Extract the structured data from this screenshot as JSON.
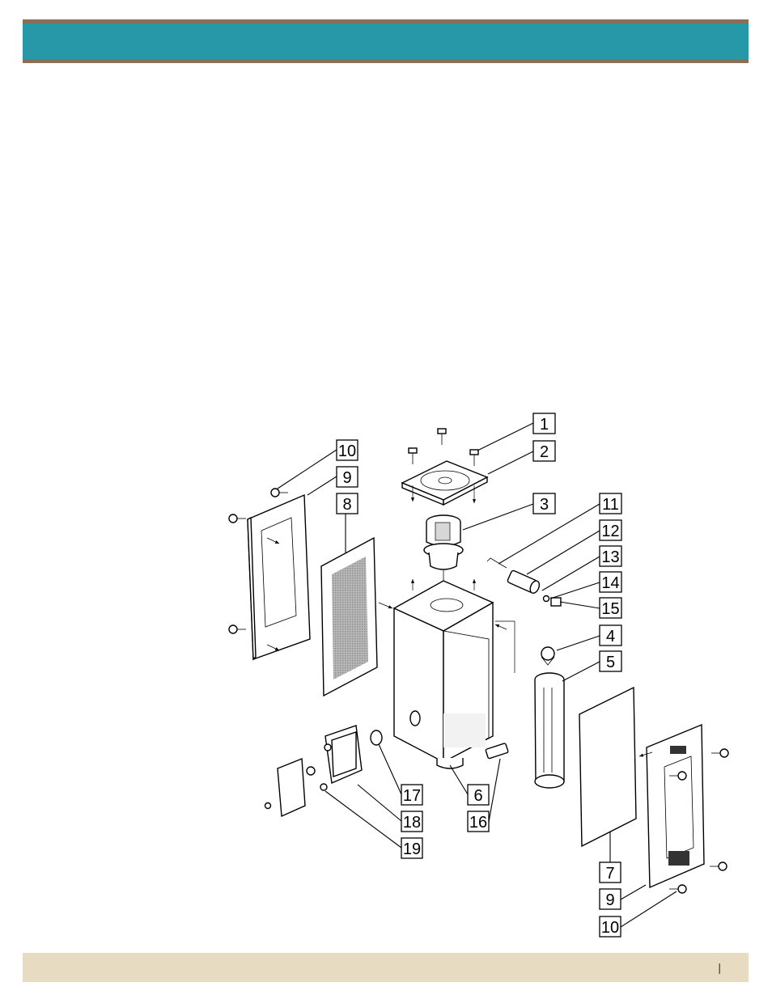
{
  "header": {
    "color": "#2698a8",
    "border_color": "#8a6f58"
  },
  "footer": {
    "color": "#e7dcc2",
    "mark": "|"
  },
  "diagram": {
    "callouts": [
      {
        "id": "c1",
        "label": "1"
      },
      {
        "id": "c2",
        "label": "2"
      },
      {
        "id": "c3",
        "label": "3"
      },
      {
        "id": "c11",
        "label": "11"
      },
      {
        "id": "c12",
        "label": "12"
      },
      {
        "id": "c13",
        "label": "13"
      },
      {
        "id": "c14",
        "label": "14"
      },
      {
        "id": "c15",
        "label": "15"
      },
      {
        "id": "c4",
        "label": "4"
      },
      {
        "id": "c5",
        "label": "5"
      },
      {
        "id": "c10a",
        "label": "10"
      },
      {
        "id": "c9a",
        "label": "9"
      },
      {
        "id": "c8",
        "label": "8"
      },
      {
        "id": "c17",
        "label": "17"
      },
      {
        "id": "c6",
        "label": "6"
      },
      {
        "id": "c16",
        "label": "16"
      },
      {
        "id": "c18",
        "label": "18"
      },
      {
        "id": "c19",
        "label": "19"
      },
      {
        "id": "c7",
        "label": "7"
      },
      {
        "id": "c9b",
        "label": "9"
      },
      {
        "id": "c10b",
        "label": "10"
      }
    ]
  }
}
